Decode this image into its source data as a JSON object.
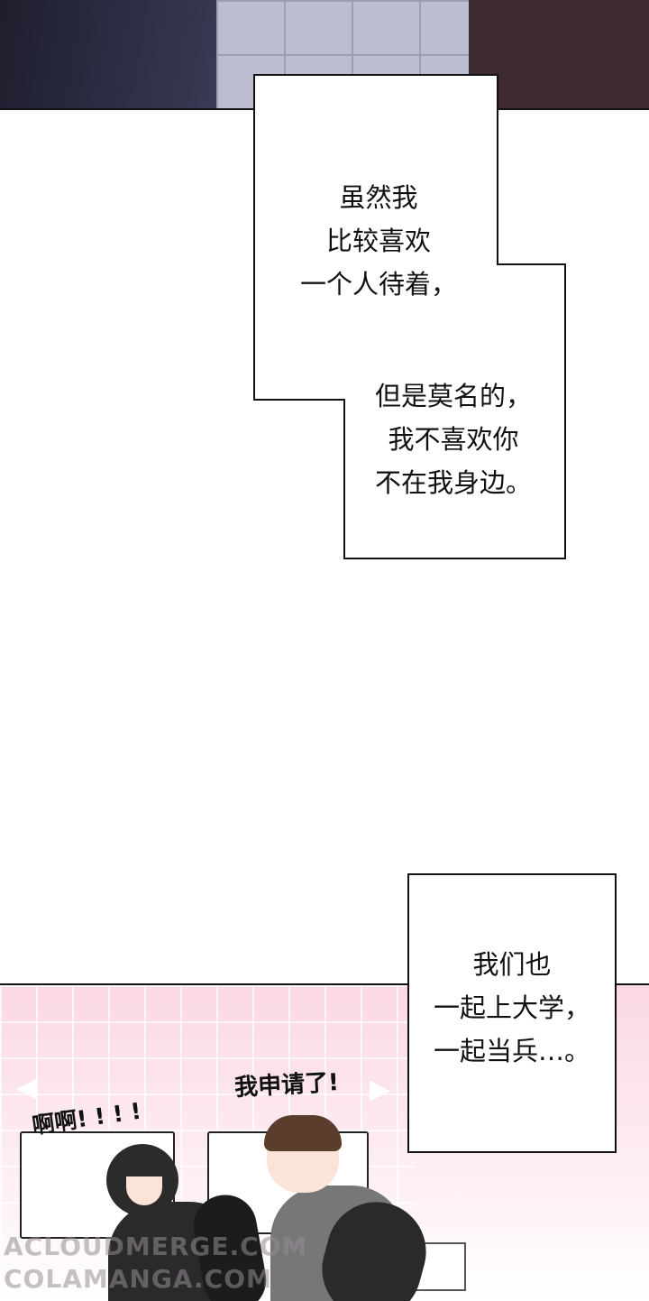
{
  "caption_top": {
    "lines_a": [
      "虽然我",
      "比较喜欢",
      "一个人待着，"
    ],
    "lines_b": [
      "但是莫名的，",
      "我不喜欢你",
      "不在我身边。"
    ]
  },
  "caption_bottom": {
    "lines": [
      "我们也",
      "一起上大学，",
      "一起当兵…。"
    ]
  },
  "sfx": {
    "apply": "我申请了!",
    "ahh": "啊啊! ! ! !"
  },
  "watermark": {
    "line1": "ACLOUDMERGE.COM",
    "line2": "COLAMANGA.COM"
  },
  "colors": {
    "panel_border": "#111111",
    "bottom_bg": "#fbd9e4",
    "top_door": "#3d2a32"
  }
}
